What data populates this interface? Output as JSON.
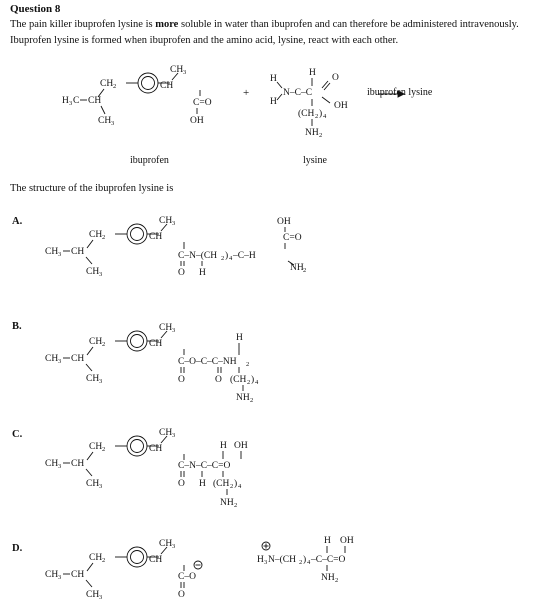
{
  "question": {
    "title": "Question 8",
    "line1_before": "The pain killer ibuprofen lysine is ",
    "line1_bold": "more",
    "line1_after": " soluble in water than ibuprofen and can therefore be administered intravenously.",
    "line2": "Ibuprofen lysine is formed when ibuprofen and the amino acid, lysine, react with each other.",
    "structure_prompt": "The structure of the ibuprofen lysine is"
  },
  "reaction": {
    "plus": "+",
    "product": "ibuprofen lysine",
    "reactant1_name": "ibuprofen",
    "reactant2_name": "lysine"
  },
  "options": [
    {
      "letter": "A."
    },
    {
      "letter": "B."
    },
    {
      "letter": "C."
    },
    {
      "letter": "D."
    }
  ]
}
